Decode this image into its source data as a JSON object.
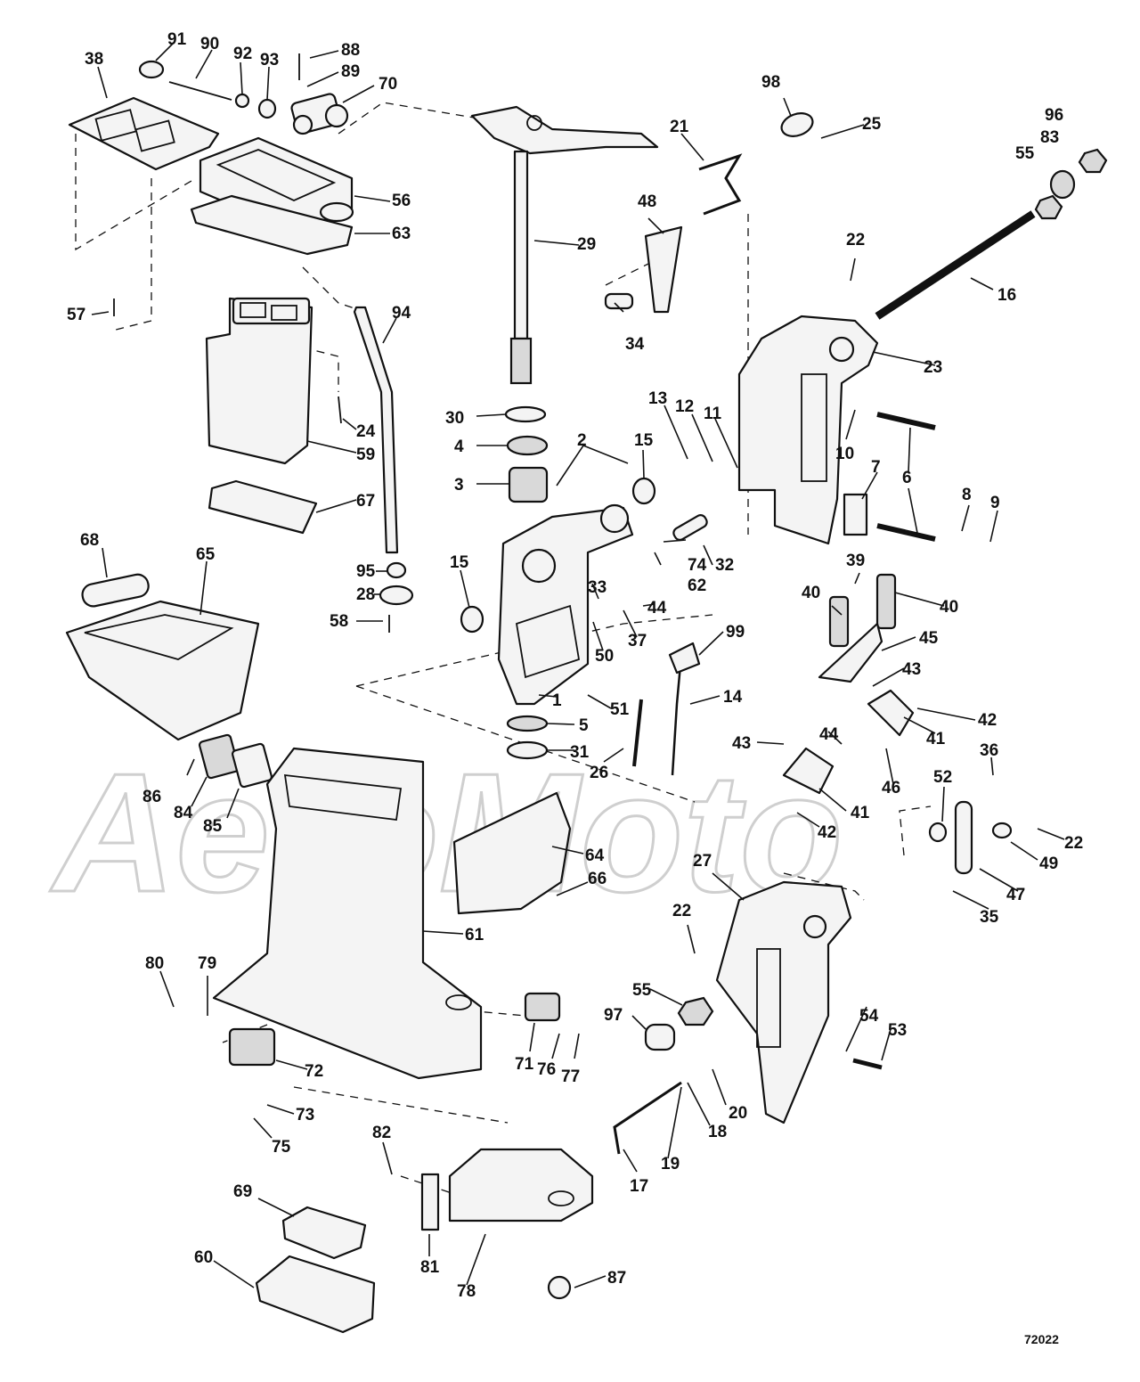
{
  "watermark": "AeroMoto",
  "diagram_code": "72022",
  "callouts": [
    "1",
    "2",
    "3",
    "4",
    "5",
    "6",
    "7",
    "8",
    "9",
    "10",
    "11",
    "12",
    "13",
    "14",
    "15",
    "16",
    "17",
    "18",
    "19",
    "20",
    "21",
    "22",
    "23",
    "24",
    "25",
    "26",
    "27",
    "28",
    "29",
    "30",
    "31",
    "32",
    "33",
    "34",
    "35",
    "36",
    "37",
    "38",
    "39",
    "40",
    "41",
    "42",
    "43",
    "44",
    "45",
    "46",
    "47",
    "48",
    "49",
    "50",
    "51",
    "52",
    "53",
    "54",
    "55",
    "56",
    "57",
    "58",
    "59",
    "60",
    "61",
    "62",
    "63",
    "64",
    "65",
    "66",
    "67",
    "68",
    "69",
    "70",
    "71",
    "72",
    "73",
    "74",
    "75",
    "76",
    "77",
    "78",
    "79",
    "80",
    "81",
    "82",
    "83",
    "84",
    "85",
    "86",
    "87",
    "88",
    "89",
    "90",
    "91",
    "92",
    "93",
    "94",
    "95",
    "96",
    "97",
    "98",
    "99"
  ]
}
